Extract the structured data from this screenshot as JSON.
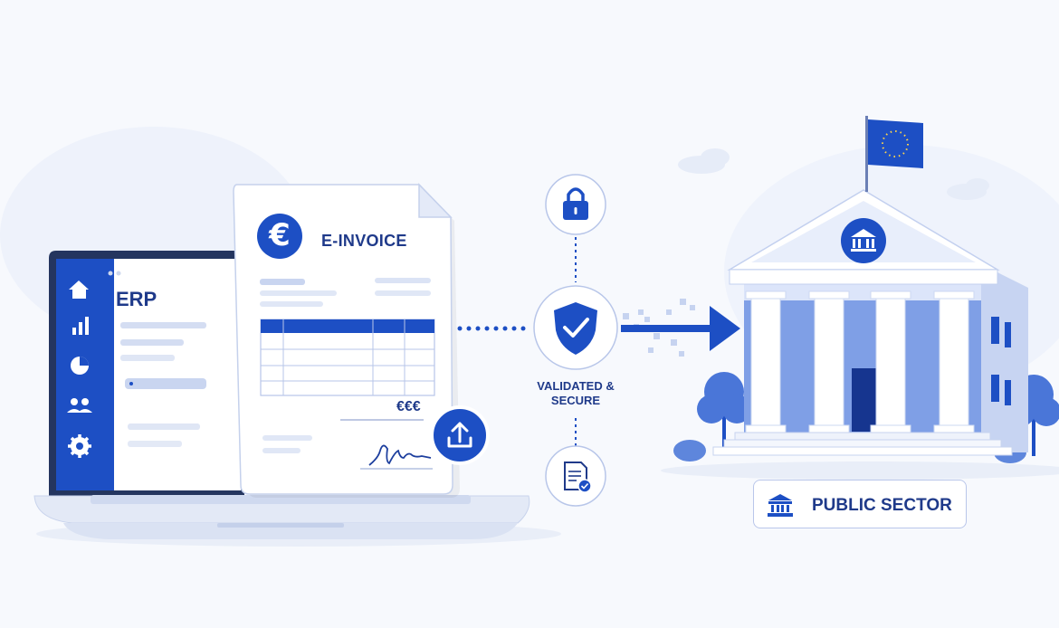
{
  "erp": {
    "title": "ERP"
  },
  "invoice": {
    "title": "E-INVOICE",
    "currency_symbol": "€",
    "amount": "€€€"
  },
  "validation": {
    "line1": "VALIDATED &",
    "line2": "SECURE"
  },
  "destination": {
    "label": "PUBLIC SECTOR"
  },
  "colors": {
    "primary": "#1d4fc4",
    "dark": "#1f3a8a",
    "light": "#dfe7fb",
    "background": "#f7f9fd"
  },
  "icons": [
    "home-icon",
    "bar-chart-icon",
    "pie-chart-icon",
    "users-icon",
    "gear-icon",
    "euro-icon",
    "upload-icon",
    "lock-icon",
    "shield-check-icon",
    "document-check-icon",
    "bank-icon",
    "eu-flag-icon"
  ]
}
